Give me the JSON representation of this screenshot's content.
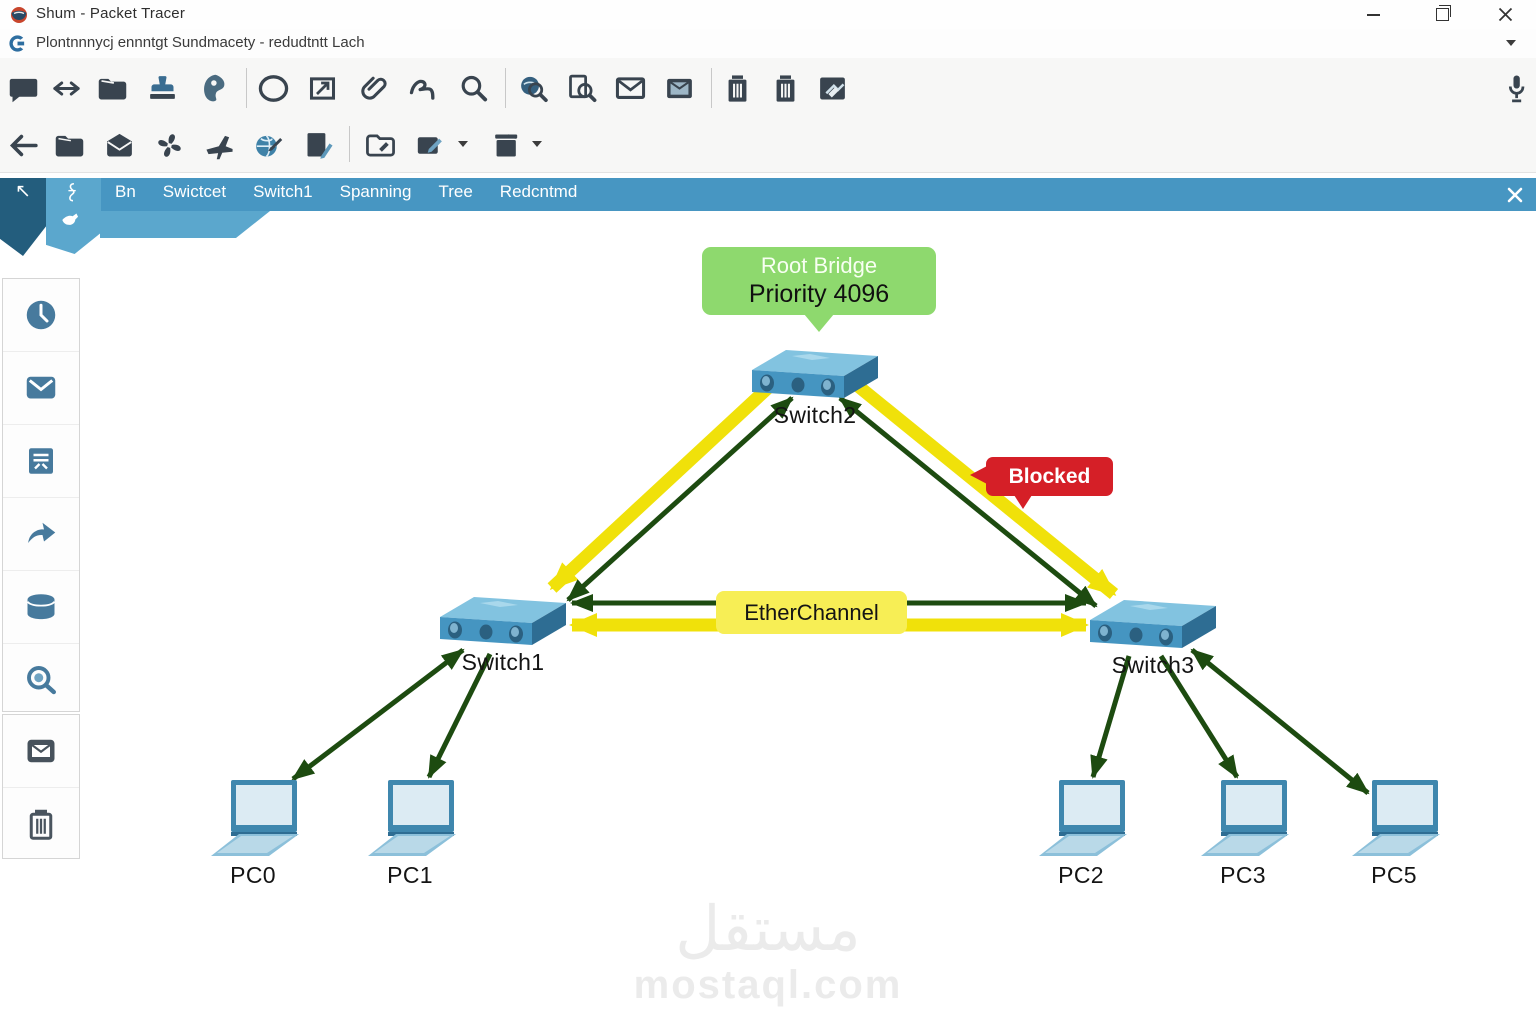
{
  "window": {
    "title": "Shum - Packet Tracer",
    "controls": [
      "minimize",
      "maximize",
      "close"
    ]
  },
  "menubar": {
    "text": "Plontnnnycj ennntgt Sundmacety - redudtntt Lach"
  },
  "toolbars": {
    "main_icons": [
      "note-tool",
      "resize-arrow",
      "folder-open",
      "stamp",
      "paste-swirl",
      "ellipse-tool",
      "crop-tool",
      "paperclip",
      "freehand-tool",
      "magnifier",
      "zoom-in",
      "zoom-document",
      "envelope",
      "image-mail",
      "delete",
      "trash",
      "image-edit",
      "microphone"
    ],
    "secondary_icons": [
      "back-arrow",
      "folder",
      "open-envelope",
      "fan",
      "jet",
      "draw-globe",
      "note-edit",
      "add-folder",
      "device-edit",
      "package"
    ]
  },
  "tabbar": {
    "items": [
      "Bn",
      "Swictcet",
      "Switch1",
      "Spanning",
      "Tree",
      "Redcntmd"
    ],
    "close": "close"
  },
  "sidebar": {
    "icons": [
      "compass",
      "mail",
      "document",
      "undo-arrow",
      "database",
      "inspect",
      "image-mail",
      "trash"
    ]
  },
  "topology": {
    "devices": [
      {
        "id": "switch2",
        "type": "switch",
        "label": "Switch2"
      },
      {
        "id": "switch1",
        "type": "switch",
        "label": "Switch1"
      },
      {
        "id": "switch3",
        "type": "switch",
        "label": "Switch3"
      },
      {
        "id": "pc0",
        "type": "laptop",
        "label": "PC0"
      },
      {
        "id": "pc1",
        "type": "laptop",
        "label": "PC1"
      },
      {
        "id": "pc2",
        "type": "laptop",
        "label": "PC2"
      },
      {
        "id": "pc3",
        "type": "laptop",
        "label": "PC3"
      },
      {
        "id": "pc5",
        "type": "laptop",
        "label": "PC5"
      }
    ],
    "callouts": {
      "root_bridge": {
        "title": "Root Bridge",
        "subtitle": "Priority 4096",
        "color": "#8ed96e"
      },
      "blocked": {
        "label": "Blocked",
        "color": "#d51f27"
      },
      "etherchannel": {
        "label": "EtherChannel",
        "color": "#f7ee55"
      }
    },
    "link_colors": {
      "forwarding_green": "#1d4b10",
      "highlight_yellow": "#f0e10a"
    }
  },
  "watermark": {
    "arabic": "مستقل",
    "domain": "mostaql.com"
  },
  "colors": {
    "tabbar_blue": "#4796c2",
    "tab_dark_blue": "#235d7d",
    "device_blue": "#4595c1",
    "toolbar_gray": "#f7f7f6"
  }
}
